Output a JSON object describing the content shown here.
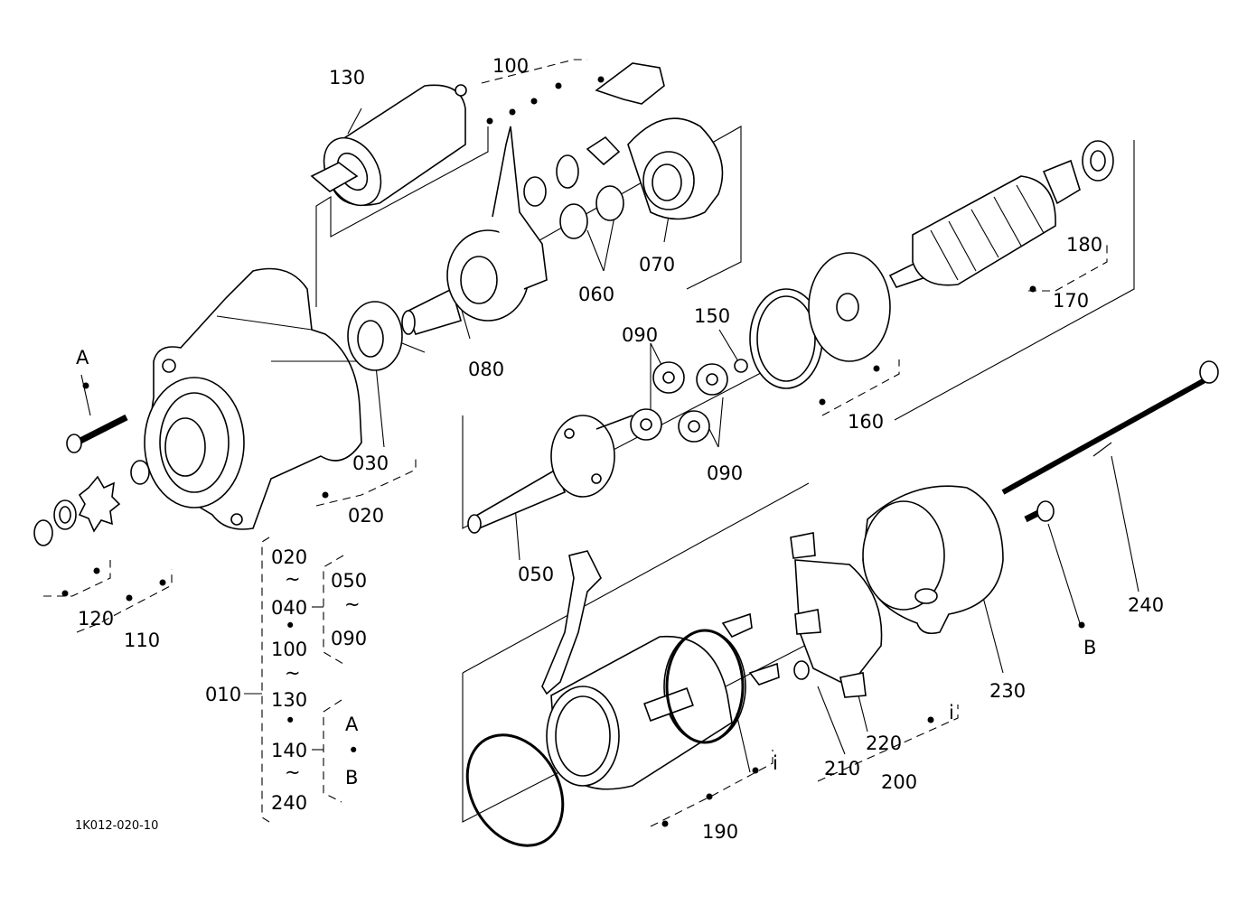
{
  "drawing_code": "1K012-020-10",
  "part_labels": {
    "p010": "010",
    "p020": "020",
    "p030": "030",
    "p050": "050",
    "p060": "060",
    "p070": "070",
    "p080": "080",
    "p090a": "090",
    "p090b": "090",
    "p100": "100",
    "p110": "110",
    "p120": "120",
    "p130": "130",
    "p150": "150",
    "p160": "160",
    "p170": "170",
    "p180": "180",
    "p190": "190",
    "p200": "200",
    "p210": "210",
    "p220": "220",
    "p230": "230",
    "p240": "240"
  },
  "ref_labels": {
    "A1": "A",
    "B1": "B",
    "i1": "i",
    "i2": "i"
  },
  "kit_legend": {
    "g1_top": "020",
    "g1_mid": "040",
    "g1_bottom_a": "100",
    "g1_bottom_b": "130",
    "g2_top": "050",
    "g2_bottom": "090",
    "g3_a": "140",
    "g3_b": "240",
    "g4_top": "A",
    "g4_bottom": "B",
    "range_mark": "~",
    "and_mark": "•"
  }
}
